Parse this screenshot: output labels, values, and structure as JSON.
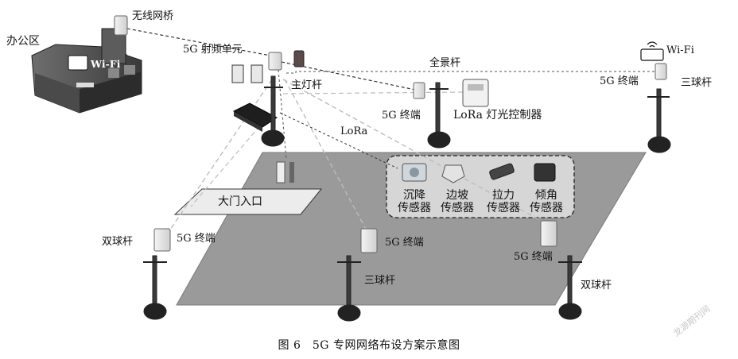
{
  "labels": {
    "office": "办公区",
    "wireless_bridge": "无线网桥",
    "rf_unit": "5G 射频单元",
    "wifi_office": "Wi-Fi",
    "wifi_right": "Wi-Fi",
    "main_pole": "主灯杆",
    "panorama_pole": "全景杆",
    "terminal_top_mid": "5G 终端",
    "lora_controller": "LoRa 灯光控制器",
    "terminal_top_right": "5G 终端",
    "three_ball_top_right": "三球杆",
    "lora": "LoRa",
    "gate": "大门入口",
    "double_ball_left": "双球杆",
    "terminal_left": "5G 终端",
    "terminal_center": "5G 终端",
    "three_ball_center": "三球杆",
    "terminal_right": "5G 终端",
    "double_ball_right": "双球杆"
  },
  "sensors": [
    {
      "name": "沉降",
      "suffix": "传感器"
    },
    {
      "name": "边坡",
      "suffix": "传感器"
    },
    {
      "name": "拉力",
      "suffix": "传感器"
    },
    {
      "name": "倾角",
      "suffix": "传感器"
    }
  ],
  "caption": "图 6　5G 专网网络布设方案示意图",
  "watermark": "龙源期刊网"
}
